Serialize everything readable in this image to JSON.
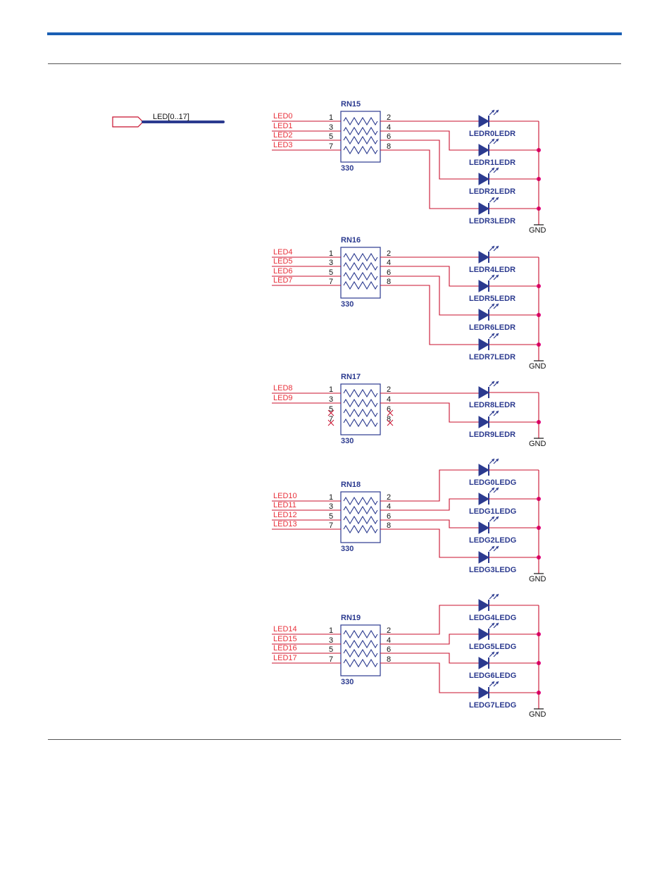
{
  "colors": {
    "header_rule": "#1a5fb4",
    "wire": "#c8102e",
    "component": "#2b3a8f",
    "junction": "#e0007a"
  },
  "bus": {
    "label": "LED[0..17]"
  },
  "ground_label": "GND",
  "networks": [
    {
      "designator": "RN15",
      "value": "330",
      "inputs": [
        {
          "net": "LED0",
          "pin": "1",
          "out_pin": "2",
          "used": true
        },
        {
          "net": "LED1",
          "pin": "3",
          "out_pin": "4",
          "used": true
        },
        {
          "net": "LED2",
          "pin": "5",
          "out_pin": "6",
          "used": true
        },
        {
          "net": "LED3",
          "pin": "7",
          "out_pin": "8",
          "used": true
        }
      ],
      "leds": [
        {
          "ref": "LEDR0",
          "value": "LEDR"
        },
        {
          "ref": "LEDR1",
          "value": "LEDR"
        },
        {
          "ref": "LEDR2",
          "value": "LEDR"
        },
        {
          "ref": "LEDR3",
          "value": "LEDR"
        }
      ]
    },
    {
      "designator": "RN16",
      "value": "330",
      "inputs": [
        {
          "net": "LED4",
          "pin": "1",
          "out_pin": "2",
          "used": true
        },
        {
          "net": "LED5",
          "pin": "3",
          "out_pin": "4",
          "used": true
        },
        {
          "net": "LED6",
          "pin": "5",
          "out_pin": "6",
          "used": true
        },
        {
          "net": "LED7",
          "pin": "7",
          "out_pin": "8",
          "used": true
        }
      ],
      "leds": [
        {
          "ref": "LEDR4",
          "value": "LEDR"
        },
        {
          "ref": "LEDR5",
          "value": "LEDR"
        },
        {
          "ref": "LEDR6",
          "value": "LEDR"
        },
        {
          "ref": "LEDR7",
          "value": "LEDR"
        }
      ]
    },
    {
      "designator": "RN17",
      "value": "330",
      "inputs": [
        {
          "net": "LED8",
          "pin": "1",
          "out_pin": "2",
          "used": true
        },
        {
          "net": "LED9",
          "pin": "3",
          "out_pin": "4",
          "used": true
        },
        {
          "net": "",
          "pin": "5",
          "out_pin": "6",
          "used": false
        },
        {
          "net": "",
          "pin": "7",
          "out_pin": "8",
          "used": false
        }
      ],
      "leds": [
        {
          "ref": "LEDR8",
          "value": "LEDR"
        },
        {
          "ref": "LEDR9",
          "value": "LEDR"
        }
      ]
    },
    {
      "designator": "RN18",
      "value": "330",
      "inputs": [
        {
          "net": "LED10",
          "pin": "1",
          "out_pin": "2",
          "used": true
        },
        {
          "net": "LED11",
          "pin": "3",
          "out_pin": "4",
          "used": true
        },
        {
          "net": "LED12",
          "pin": "5",
          "out_pin": "6",
          "used": true
        },
        {
          "net": "LED13",
          "pin": "7",
          "out_pin": "8",
          "used": true
        }
      ],
      "leds": [
        {
          "ref": "LEDG0",
          "value": "LEDG"
        },
        {
          "ref": "LEDG1",
          "value": "LEDG"
        },
        {
          "ref": "LEDG2",
          "value": "LEDG"
        },
        {
          "ref": "LEDG3",
          "value": "LEDG"
        }
      ]
    },
    {
      "designator": "RN19",
      "value": "330",
      "inputs": [
        {
          "net": "LED14",
          "pin": "1",
          "out_pin": "2",
          "used": true
        },
        {
          "net": "LED15",
          "pin": "3",
          "out_pin": "4",
          "used": true
        },
        {
          "net": "LED16",
          "pin": "5",
          "out_pin": "6",
          "used": true
        },
        {
          "net": "LED17",
          "pin": "7",
          "out_pin": "8",
          "used": true
        }
      ],
      "leds": [
        {
          "ref": "LEDG4",
          "value": "LEDG"
        },
        {
          "ref": "LEDG5",
          "value": "LEDG"
        },
        {
          "ref": "LEDG6",
          "value": "LEDG"
        },
        {
          "ref": "LEDG7",
          "value": "LEDG"
        }
      ]
    }
  ]
}
